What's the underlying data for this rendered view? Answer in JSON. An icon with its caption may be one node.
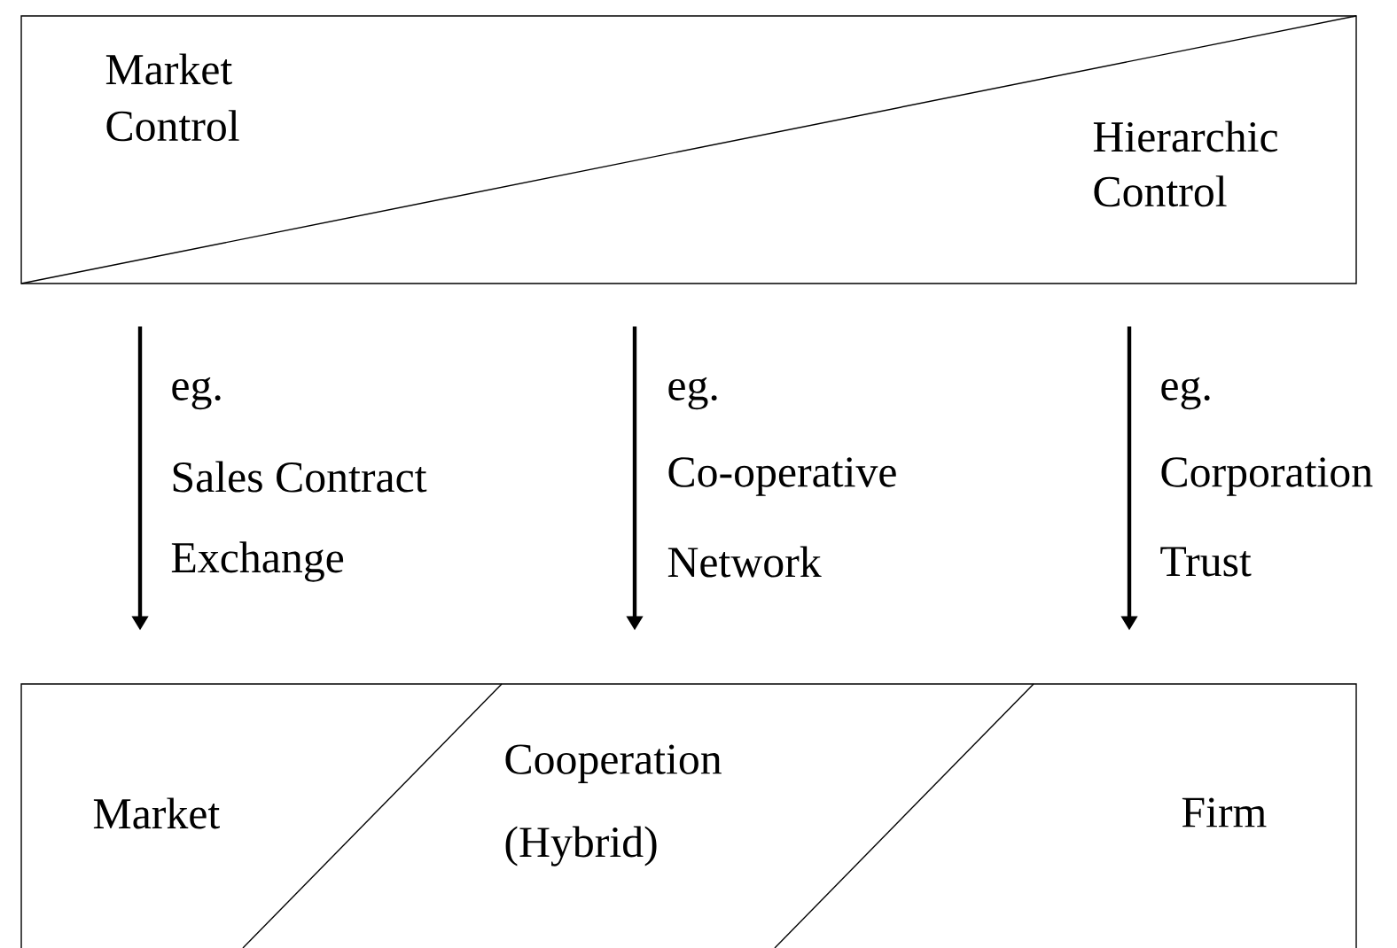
{
  "diagram": {
    "nodes": [
      {
        "text": [
          "Market Control",
          "Hierarchic Control"
        ]
      },
      {
        "text": [
          "Market",
          "Cooperation (Hybrid)",
          "Firm"
        ]
      }
    ],
    "edges": [
      {
        "from": 0,
        "to": 1,
        "arrow": "to"
      },
      {
        "from": 0,
        "to": 1,
        "arrow": "to"
      },
      {
        "from": 0,
        "to": 1,
        "arrow": "to"
      }
    ],
    "labels": [
      "eg.",
      "Sales Contract",
      "Exchange",
      "eg.",
      "Co-operative",
      "Network",
      "eg.",
      "Corporation",
      "Trust"
    ]
  }
}
